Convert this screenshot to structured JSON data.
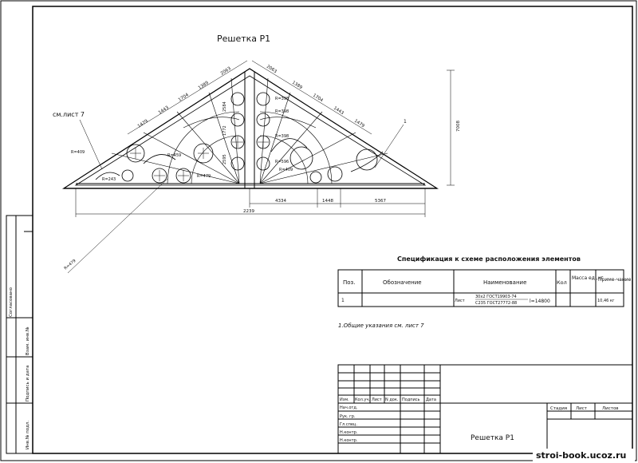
{
  "drawing": {
    "title": "Решетка Р1",
    "callout_sheet": "см.лист 7",
    "callout_mark": "1",
    "total_height": "7008",
    "dims_top_left": [
      "1479",
      "1443",
      "1704",
      "1389",
      "2063"
    ],
    "dims_top_right": [
      "2063",
      "1389",
      "1704",
      "1443",
      "1479"
    ],
    "dims_vertical": [
      "2584",
      "1772",
      "2595"
    ],
    "dims_bottom": [
      "4334",
      "1448",
      "5367"
    ],
    "total_width": "2239",
    "radii": [
      "R=409",
      "R=459",
      "R=479",
      "R=398",
      "R=398",
      "R=398",
      "R=596",
      "R=409",
      "R=243",
      "R=479"
    ]
  },
  "spec": {
    "title": "Спецификация к схеме расположения элементов",
    "headers": [
      "Поз.",
      "Обозначение",
      "Наименование",
      "Кол",
      "Масса ед.,кг",
      "Приме-чание"
    ],
    "row": {
      "pos": "1",
      "type": "Лист",
      "size": "30х2 ГОСТ19903-74",
      "steel": "С235 ГОСТ27772-88",
      "length": "l=14800",
      "mass": "10,46 кг"
    },
    "note": "1.Общие указания см. лист 7"
  },
  "left_stamps": [
    "Согласовано",
    "Взам. инв.№",
    "Подпись и дата",
    "Инв.№ подл."
  ],
  "title_block": {
    "header_cells": [
      "Изм.",
      "Кол.уч.",
      "Лист",
      "N док.",
      "Подпись",
      "Дата"
    ],
    "roles": [
      "Нач.отд.",
      "Рук. гр.",
      "Гл.спец.",
      "Н.контр.",
      "Н.контр."
    ],
    "stage_headers": [
      "Стадия",
      "Лист",
      "Листов"
    ],
    "name": "Решетка Р1"
  },
  "watermark": "stroi-book.ucoz.ru"
}
